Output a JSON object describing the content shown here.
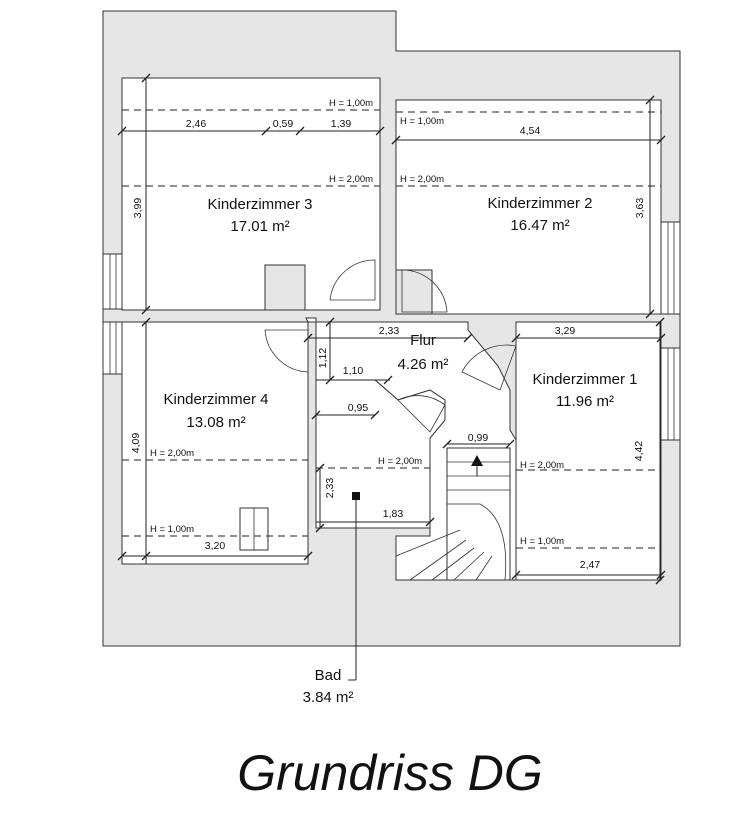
{
  "title": "Grundriss DG",
  "rooms": {
    "k3": {
      "name": "Kinderzimmer 3",
      "area": "17.01 m²"
    },
    "k2": {
      "name": "Kinderzimmer 2",
      "area": "16.47 m²"
    },
    "k4": {
      "name": "Kinderzimmer 4",
      "area": "13.08 m²"
    },
    "k1": {
      "name": "Kinderzimmer 1",
      "area": "11.96 m²"
    },
    "flur": {
      "name": "Flur",
      "area": "4.26 m²"
    },
    "bad": {
      "name": "Bad",
      "area": "3.84 m²"
    }
  },
  "dimensions": {
    "k3_w1": "2,46",
    "k3_w2": "0,59",
    "k3_w3": "1,39",
    "k3_h": "3,99",
    "k2_w": "4,54",
    "k2_h": "3,63",
    "flur_w": "2,33",
    "flur_h": "1,12",
    "flur_w2": "1,10",
    "k1_w": "3,29",
    "k1_h": "4,42",
    "k1_b": "2,47",
    "stair_w": "0,99",
    "bad_w1": "0,95",
    "bad_h": "2,33",
    "bad_w2": "1,83",
    "k4_h": "4,09",
    "k4_b": "3,20"
  },
  "height_lines": {
    "h1": "H = 1,00m",
    "h2": "H = 2,00m"
  }
}
